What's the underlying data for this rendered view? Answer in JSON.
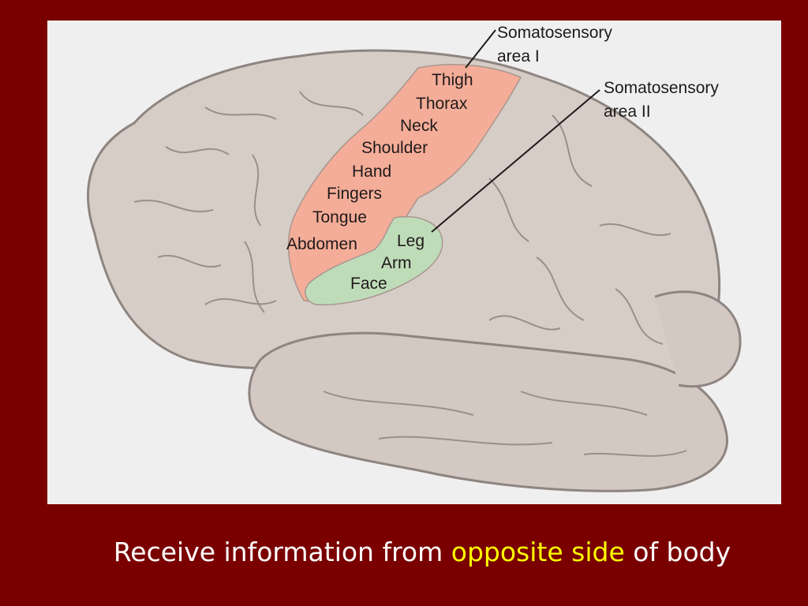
{
  "diagram": {
    "callouts": {
      "area_one": [
        "Somatosensory",
        "area I"
      ],
      "area_two": [
        "Somatosensory",
        "area II"
      ]
    },
    "area_one_labels": [
      "Thigh",
      "Thorax",
      "Neck",
      "Shoulder",
      "Hand",
      "Fingers",
      "Tongue",
      "Abdomen"
    ],
    "area_two_labels": [
      "Leg",
      "Arm",
      "Face"
    ],
    "colors": {
      "background": "#7a0000",
      "panel": "#efefef",
      "brain": "#d7cdc7",
      "brain_outline": "#8e8480",
      "area_one": "#f4ad98",
      "area_two": "#bfdcb9",
      "highlight": "#ffff00"
    }
  },
  "caption": {
    "before": "Receive information from",
    "highlight": "opposite side",
    "after": "of body"
  }
}
